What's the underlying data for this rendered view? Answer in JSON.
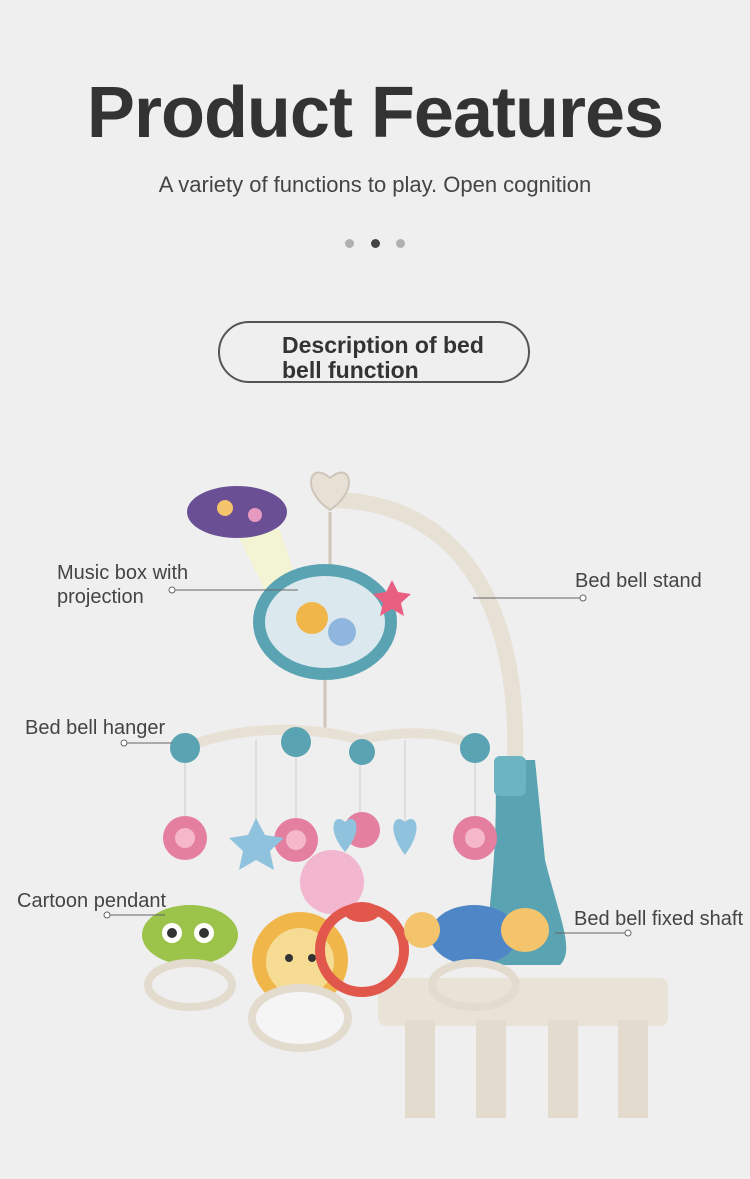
{
  "header": {
    "title": "Product Features",
    "subtitle": "A variety of functions to play. Open cognition",
    "pager": {
      "count": 3,
      "active": 1
    }
  },
  "section": {
    "label_line1": "Description of bed",
    "label_line2": "bell function"
  },
  "callouts": {
    "music_box_line1": "Music box with",
    "music_box_line2": "projection",
    "stand": "Bed bell stand",
    "hanger": "Bed bell hanger",
    "pendant": "Cartoon pendant",
    "shaft": "Bed bell fixed shaft"
  },
  "colors": {
    "teal": "#5aa3b3",
    "pink": "#e57fa0",
    "cream": "#e9e2d6",
    "title": "#333333"
  }
}
